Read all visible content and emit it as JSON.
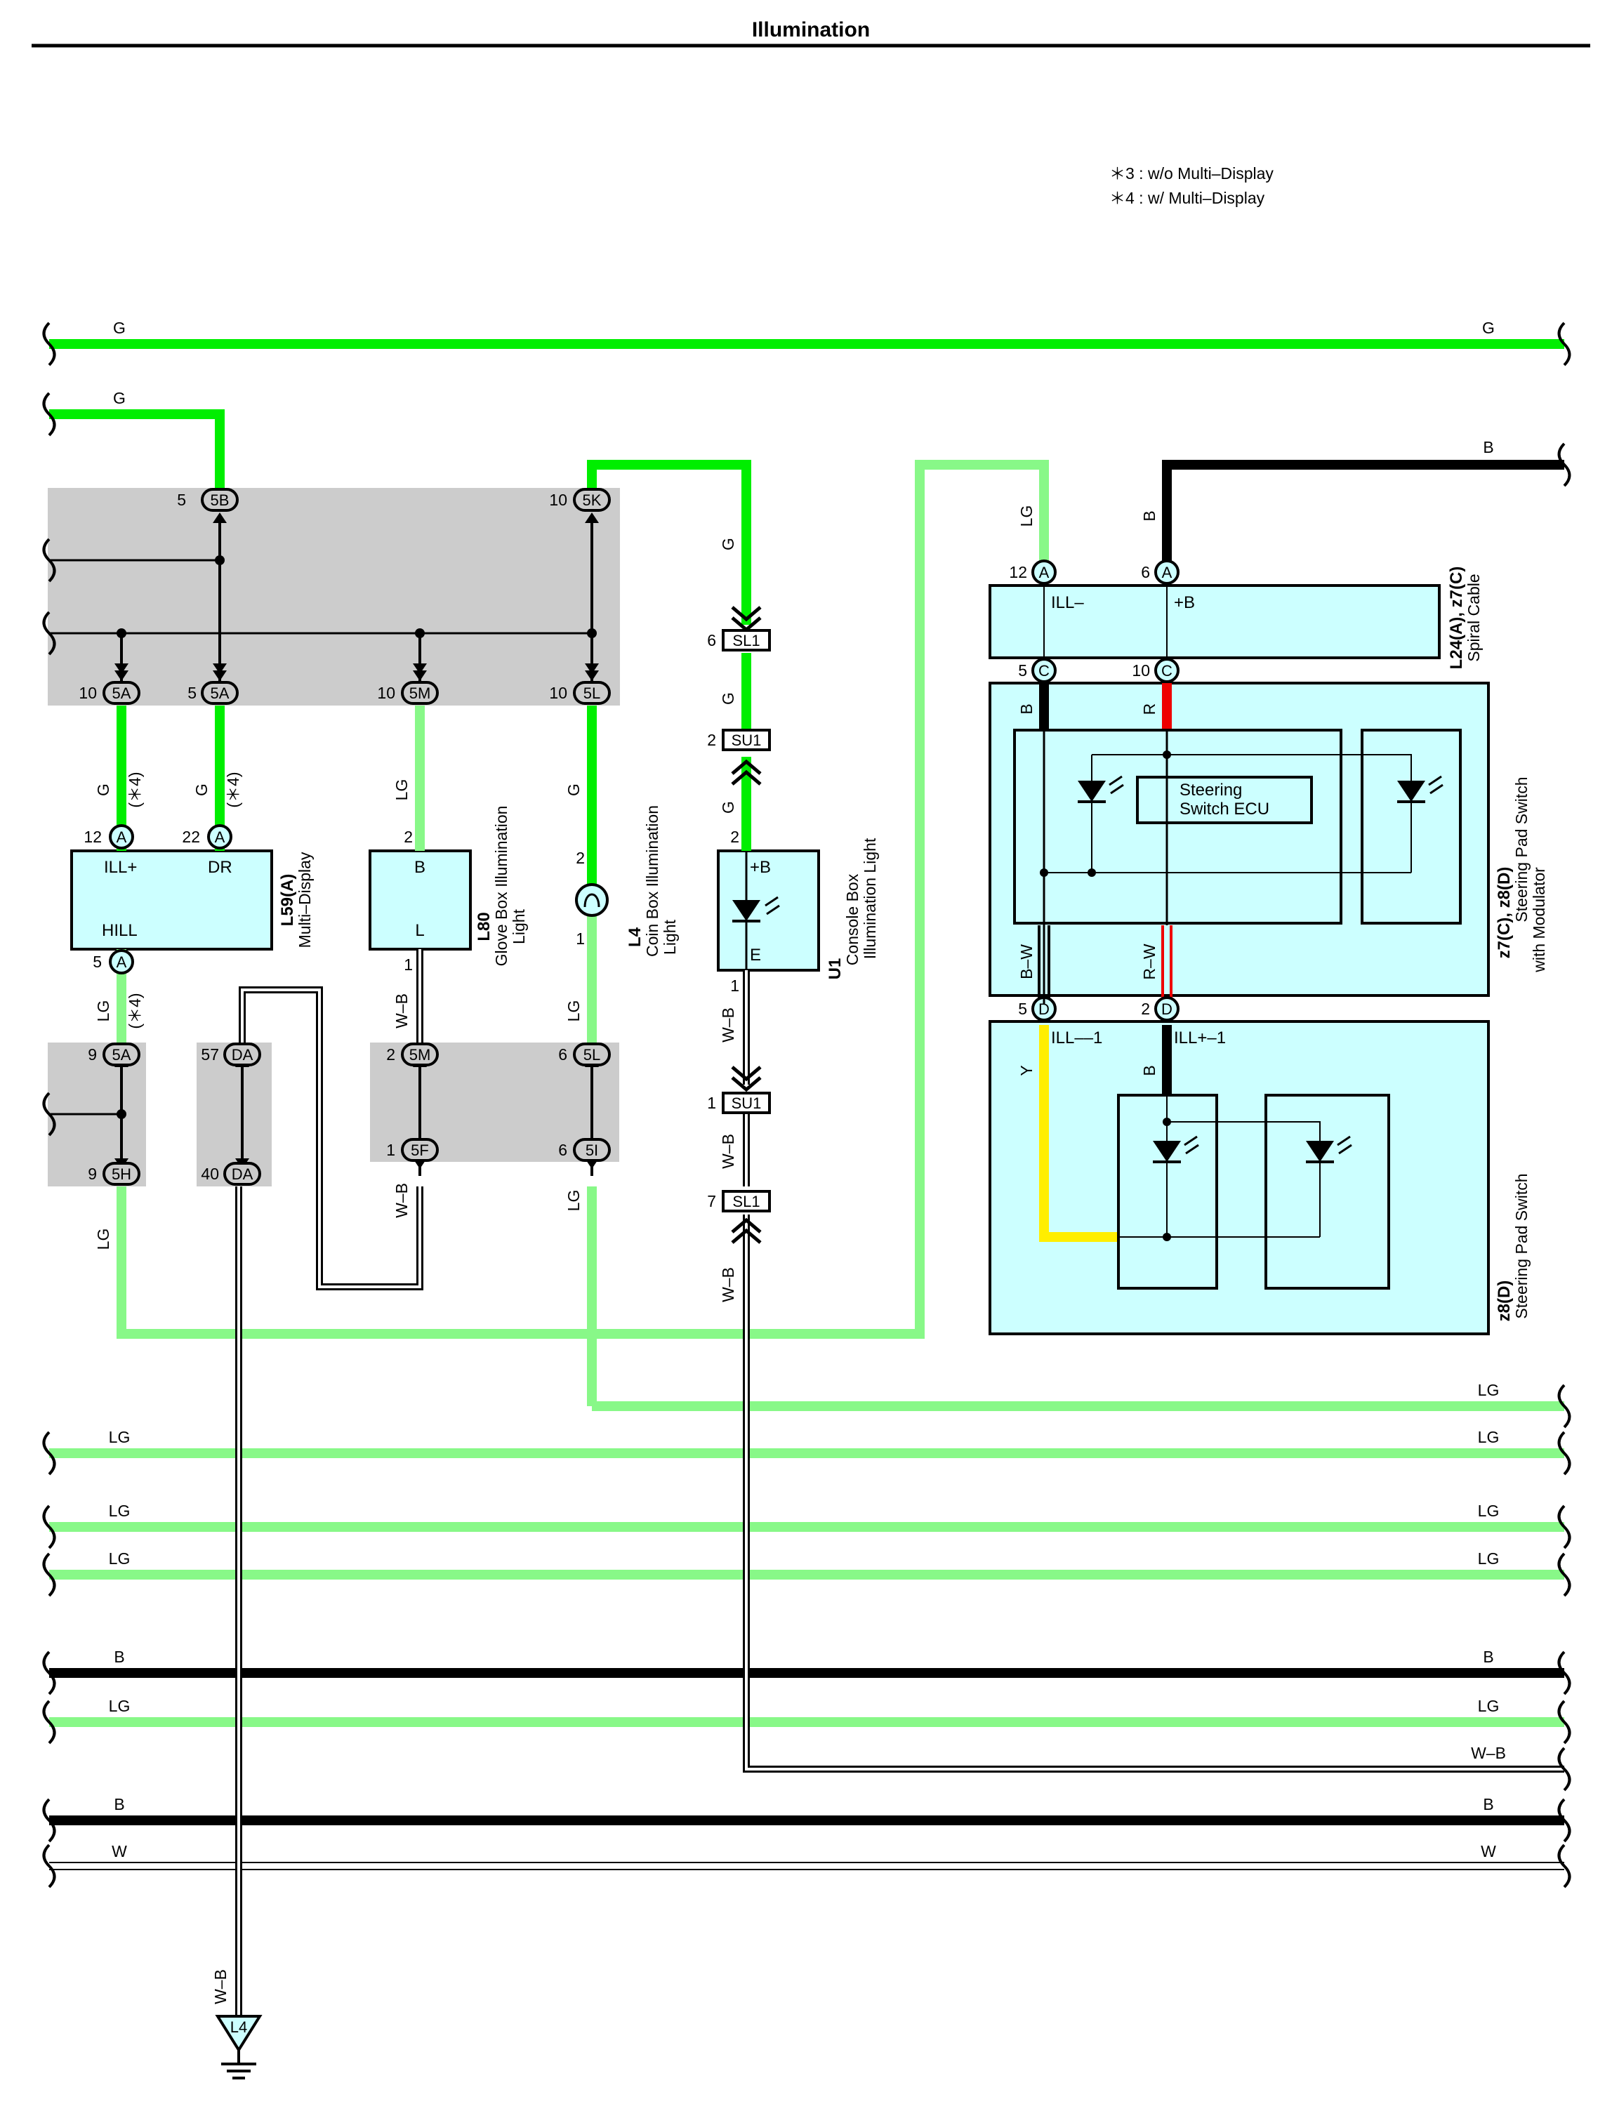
{
  "title": "Illumination",
  "notes": [
    "＊3 : w/o Multi–Display",
    "＊4 : w/ Multi–Display"
  ],
  "colors": {
    "G": "#00ee00",
    "LG": "#88f888",
    "B": "#000000",
    "Y": "#ffee00",
    "R": "#ee0000",
    "junction_block": "#cccccc",
    "component": "#ccffff"
  },
  "components": {
    "L59": {
      "id": "L59(A)",
      "name": "Multi–Display",
      "pins": {
        "ill_plus": "ILL+",
        "dr": "DR",
        "hill": "HILL"
      }
    },
    "L80": {
      "id": "L80",
      "name1": "Glove Box Illumination",
      "name2": "Light",
      "pins": {
        "b": "B",
        "l": "L"
      }
    },
    "L4": {
      "id": "L4",
      "name1": "Coin Box Illumination",
      "name2": "Light"
    },
    "U1": {
      "id": "U1",
      "name1": "Console Box",
      "name2": "Illumination Light",
      "pins": {
        "plus_b": "+B",
        "e": "E"
      }
    },
    "L24": {
      "id": "L24(A), z7(C)",
      "name": "Spiral Cable",
      "pins": {
        "ill_minus": "ILL–",
        "plus_b": "+B"
      }
    },
    "Z7": {
      "id": "z7(C), z8(D)",
      "name1": "Steering Pad Switch",
      "name2": "with Modulator",
      "ecu1": "Steering",
      "ecu2": "Switch ECU"
    },
    "Z8": {
      "id": "z8(D)",
      "name": "Steering Pad Switch",
      "pins": {
        "ill_minus_1": "ILL––1",
        "ill_plus_1": "ILL+–1"
      }
    },
    "ground": {
      "label": "L4"
    }
  },
  "connectors": {
    "c5B": "5B",
    "c5K": "5K",
    "c5A": "5A",
    "c5M": "5M",
    "c5L": "5L",
    "cSL1": "SL1",
    "cSU1": "SU1",
    "cA": "A",
    "cC": "C",
    "cD": "D",
    "c5H": "5H",
    "cDA": "DA",
    "c5F": "5F",
    "c5I": "5I"
  },
  "pins": {
    "p5": "5",
    "p10": "10",
    "p12": "12",
    "p22": "22",
    "p2": "2",
    "p1": "1",
    "p6": "6",
    "p9": "9",
    "p57": "57",
    "p40": "40",
    "p7": "7"
  },
  "wires": {
    "G": "G",
    "LG": "LG",
    "B": "B",
    "W": "W",
    "WB": "W–B",
    "BW": "B–W",
    "RW": "R–W",
    "R": "R",
    "Y": "Y",
    "note4": "(＊4)"
  }
}
